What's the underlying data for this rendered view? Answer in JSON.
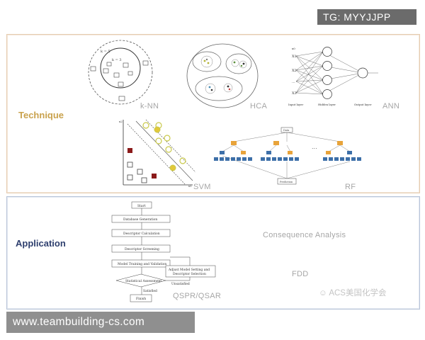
{
  "overlay": {
    "tg_badge": "TG: MYYJJPP",
    "url_banner": "www.teambuilding-cs.com",
    "watermark": "ACS美国化学会"
  },
  "technique": {
    "label": "Technique",
    "knn": {
      "caption": "k-NN",
      "k5": "k = 5",
      "k3": "k = 3"
    },
    "hca": {
      "caption": "HCA"
    },
    "ann": {
      "caption": "ANN",
      "input_layer": "Input layer",
      "hidden_layer": "Hidden layer",
      "output_layer": "Output layer"
    },
    "svm": {
      "caption": "SVM",
      "x1": "x1",
      "x2": "x2"
    },
    "rf": {
      "caption": "RF",
      "root": "Data",
      "prediction": "Prediction"
    }
  },
  "application": {
    "label": "Application",
    "flowchart": {
      "steps": [
        "Start",
        "Database Generation",
        "Descriptor Calculation",
        "Descriptor Screening",
        "Model Training and Validation",
        "Statistical Assessment",
        "Finish"
      ],
      "side_box": [
        "Adjust Model Setting and",
        "Descriptor Selection"
      ],
      "unsatisfied": "Unsatisfied",
      "satisfied": "Satisfied"
    },
    "qspr": "QSPR/QSAR",
    "consequence": "Consequence Analysis",
    "fdd": "FDD"
  },
  "colors": {
    "technique_border": "#e6ccb0",
    "application_border": "#b8c4d8",
    "technique_label": "#c9a24d",
    "application_label": "#2e3f6e"
  }
}
